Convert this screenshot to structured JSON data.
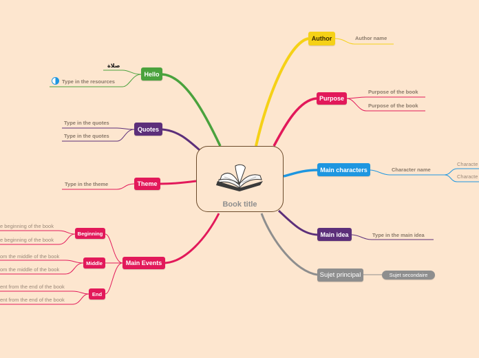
{
  "center": {
    "title": "Book title",
    "icon": "open-book-icon"
  },
  "colors": {
    "background": "#fde6cf",
    "author": "#f5d117",
    "purpose": "#e2195a",
    "characters": "#1e96e0",
    "mainidea": "#5c2f7a",
    "sujet": "#8e8e8e",
    "hello": "#4aa23d",
    "quotes": "#5c2f7a",
    "theme": "#e2195a",
    "events": "#e2195a"
  },
  "right": {
    "author": {
      "label": "Author",
      "child": "Author name"
    },
    "purpose": {
      "label": "Purpose",
      "children": [
        "Purpose of the book",
        "Purpose of the book"
      ]
    },
    "characters": {
      "label": "Main characters",
      "child": "Character name",
      "grandchildren": [
        "Characte",
        "Characte"
      ]
    },
    "mainidea": {
      "label": "Main idea",
      "child": "Type in the main idea"
    },
    "sujet": {
      "label": "Sujet principal",
      "child": "Sujet secondaire"
    }
  },
  "left": {
    "hello": {
      "label": "Hello",
      "children": [
        "صلاة",
        "Type in the resources"
      ],
      "resource_icon": "half-circle-icon"
    },
    "quotes": {
      "label": "Quotes",
      "children": [
        "Type in the quotes",
        "Type in the quotes"
      ]
    },
    "theme": {
      "label": "Theme",
      "child": "Type in the theme"
    },
    "events": {
      "label": "Main Events",
      "beginning": {
        "label": "Beginning",
        "children": [
          "e beginning of the book",
          "e beginning of the book"
        ]
      },
      "middle": {
        "label": "Middle",
        "children": [
          "om the middle of the book",
          "om the middle of the book"
        ]
      },
      "end": {
        "label": "End",
        "children": [
          "ent from the end of the book",
          "ent from the end of the book"
        ]
      }
    }
  }
}
